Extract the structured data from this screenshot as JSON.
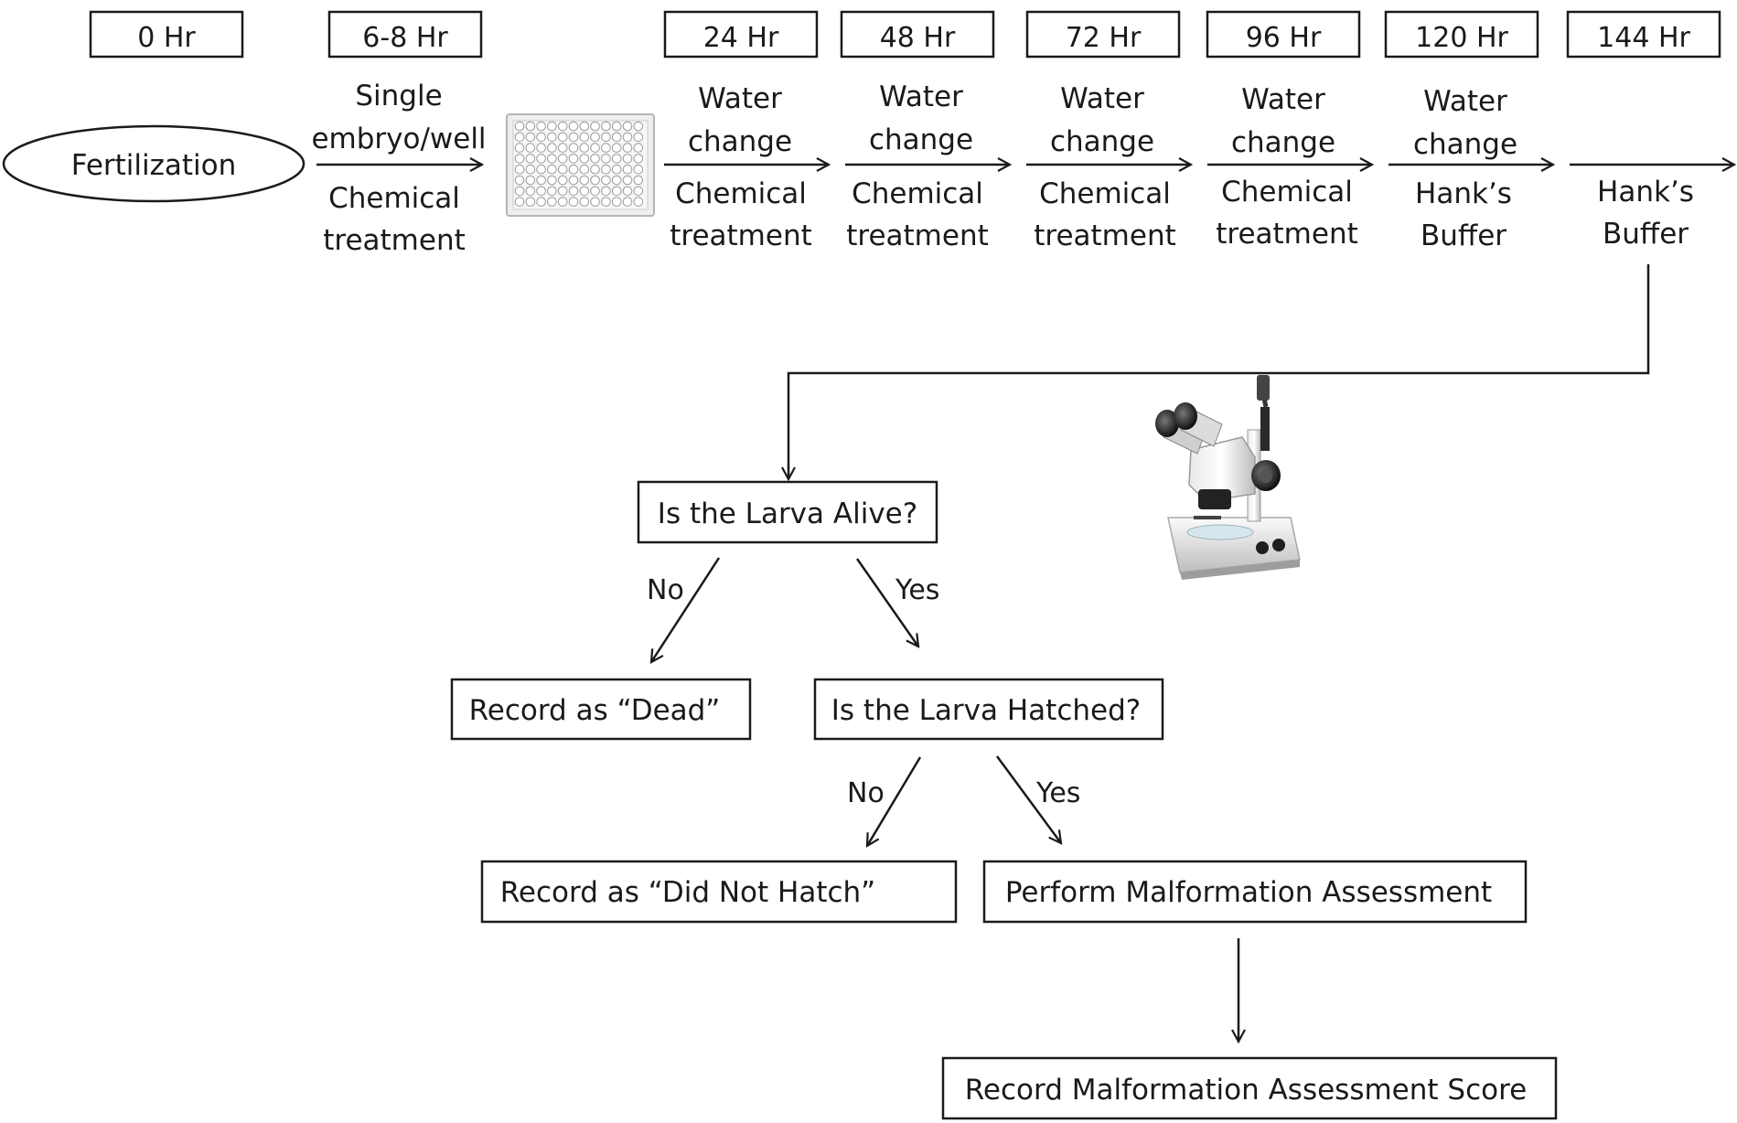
{
  "timeline": {
    "time_labels": [
      "0 Hr",
      "6-8 Hr",
      "24 Hr",
      "48 Hr",
      "72 Hr",
      "96 Hr",
      "120 Hr",
      "144 Hr"
    ],
    "start_node": "Fertilization",
    "steps": [
      {
        "above": [
          "Single",
          "embryo/well"
        ],
        "below": [
          "Chemical",
          "treatment"
        ]
      },
      {
        "above": [
          "Water",
          "change"
        ],
        "below": [
          "Chemical",
          "treatment"
        ]
      },
      {
        "above": [
          "Water",
          "change"
        ],
        "below": [
          "Chemical",
          "treatment"
        ]
      },
      {
        "above": [
          "Water",
          "change"
        ],
        "below": [
          "Chemical",
          "treatment"
        ]
      },
      {
        "above": [
          "Water",
          "change"
        ],
        "below": [
          "Chemical",
          "treatment"
        ]
      },
      {
        "above": [
          "Water",
          "change"
        ],
        "below": [
          "Hank’s",
          "Buffer"
        ]
      },
      {
        "above": [],
        "below": [
          "Hank’s",
          "Buffer"
        ]
      }
    ]
  },
  "flowchart": {
    "q_alive": "Is the Larva Alive?",
    "q_hatched": "Is the Larva Hatched?",
    "dead": "Record as “Dead”",
    "not_hatched": "Record as “Did Not Hatch”",
    "assess": "Perform Malformation Assessment",
    "score": "Record Malformation Assessment Score",
    "no": "No",
    "yes": "Yes"
  },
  "images": {
    "well_plate": "96-well-plate",
    "microscope": "stereo-microscope"
  }
}
